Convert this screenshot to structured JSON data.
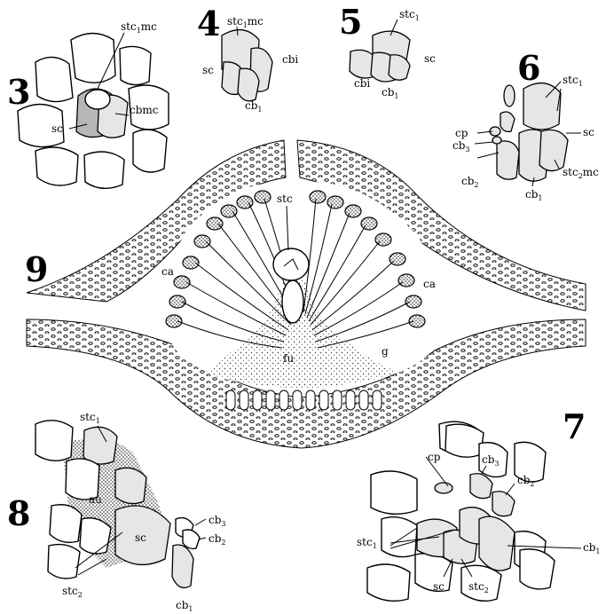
{
  "figures": {
    "fig3": {
      "number": "3",
      "labels": {
        "stc1mc": [
          "stc",
          "1",
          "mc"
        ],
        "cbmc": "cbmc",
        "sc": "sc"
      }
    },
    "fig4": {
      "number": "4",
      "labels": {
        "stc1mc": [
          "stc",
          "1",
          "mc"
        ],
        "sc": "sc",
        "cbi": "cbi",
        "cb1": [
          "cb",
          "1"
        ]
      }
    },
    "fig5": {
      "number": "5",
      "labels": {
        "stc1": [
          "stc",
          "1"
        ],
        "sc": "sc",
        "cbi": "cbi",
        "cb1": [
          "cb",
          "1"
        ]
      }
    },
    "fig6": {
      "number": "6",
      "labels": {
        "stc1": [
          "stc",
          "1"
        ],
        "sc": "sc",
        "cp": "cp",
        "cb3": [
          "cb",
          "3"
        ],
        "cb2": [
          "cb",
          "2"
        ],
        "cb1": [
          "cb",
          "1"
        ],
        "stc2mc": [
          "stc",
          "2",
          "mc"
        ]
      }
    },
    "fig9": {
      "number": "9",
      "labels": {
        "stc": "stc",
        "ca_left": "ca",
        "ca_right": "ca",
        "fu": "fu",
        "g": "g"
      }
    },
    "fig8": {
      "number": "8",
      "labels": {
        "stc1": [
          "stc",
          "1"
        ],
        "au": "au",
        "sc": "sc",
        "cb3": [
          "cb",
          "3"
        ],
        "cb2": [
          "cb",
          "2"
        ],
        "cb1": [
          "cb",
          "1"
        ],
        "stc2": [
          "stc",
          "2"
        ]
      }
    },
    "fig7": {
      "number": "7",
      "labels": {
        "cp": "cp",
        "cb3": [
          "cb",
          "3"
        ],
        "cb2": [
          "cb",
          "2"
        ],
        "stc1": [
          "stc",
          "1"
        ],
        "cb1": [
          "cb",
          "1"
        ],
        "sc": "sc",
        "stc2": [
          "stc",
          "2"
        ]
      }
    }
  }
}
